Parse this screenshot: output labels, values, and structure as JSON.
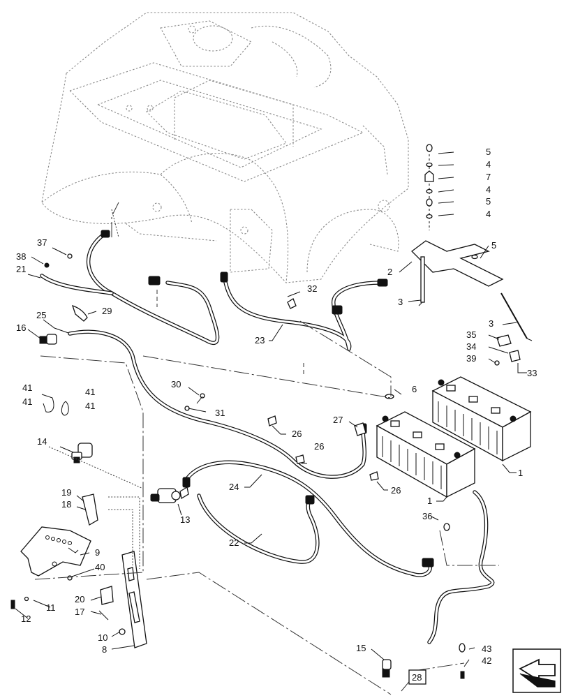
{
  "callouts": {
    "c1a": "1",
    "c1b": "1",
    "c2": "2",
    "c3a": "3",
    "c3b": "3",
    "c4a": "4",
    "c4b": "4",
    "c4c": "4",
    "c5a": "5",
    "c5b": "5",
    "c5c": "5",
    "c6": "6",
    "c7": "7",
    "c8": "8",
    "c9": "9",
    "c10": "10",
    "c11": "11",
    "c12": "12",
    "c13": "13",
    "c14": "14",
    "c15": "15",
    "c16": "16",
    "c17": "17",
    "c18": "18",
    "c19": "19",
    "c20": "20",
    "c21": "21",
    "c22": "22",
    "c23": "23",
    "c24": "24",
    "c25": "25",
    "c26a": "26",
    "c26b": "26",
    "c26c": "26",
    "c27": "27",
    "c29": "29",
    "c30": "30",
    "c31": "31",
    "c32": "32",
    "c33": "33",
    "c34": "34",
    "c35": "35",
    "c36": "36",
    "c37": "37",
    "c38": "38",
    "c39": "39",
    "c40": "40",
    "c41a": "41",
    "c41b": "41",
    "c41c": "41",
    "c41d": "41",
    "c42": "42",
    "c43": "43"
  },
  "reference_box": "28",
  "icons": {
    "navigation": "next-page-arrow-icon"
  }
}
